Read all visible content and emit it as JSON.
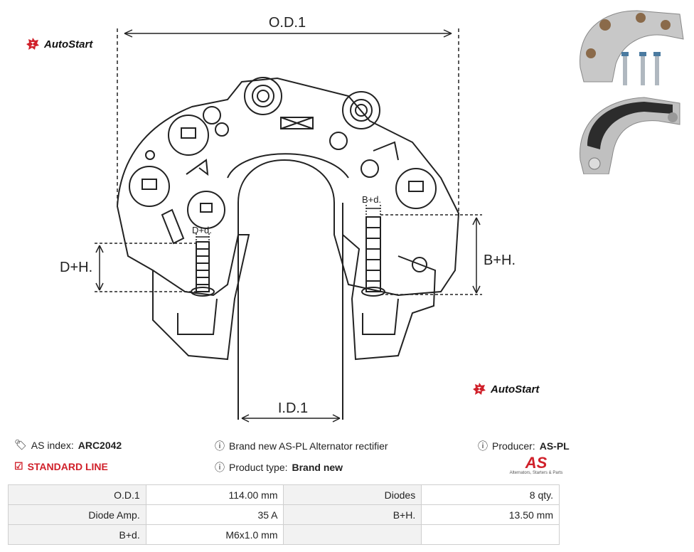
{
  "brand": "AutoStart",
  "drawing_labels": {
    "od": "O.D.1",
    "id": "I.D.1",
    "dh": "D+H.",
    "bh": "B+H.",
    "dd": "D+d.",
    "bd": "B+d."
  },
  "info": {
    "as_index_label": "AS index:",
    "as_index_value": "ARC2042",
    "line": "STANDARD LINE",
    "description": "Brand new AS-PL Alternator rectifier",
    "product_type_label": "Product type:",
    "product_type_value": "Brand new",
    "producer_label": "Producer:",
    "producer_value": "AS-PL",
    "as_logo_text": "AS",
    "as_logo_tagline": "Alternators, Starters & Parts"
  },
  "specs": [
    {
      "label": "O.D.1",
      "value": "114.00 mm",
      "label2": "Diodes",
      "value2": "8 qty."
    },
    {
      "label": "Diode Amp.",
      "value": "35 A",
      "label2": "B+H.",
      "value2": "13.50 mm"
    },
    {
      "label": "B+d.",
      "value": "M6x1.0 mm",
      "label2": "",
      "value2": ""
    }
  ],
  "colors": {
    "accent": "#d0202a",
    "line": "#222222",
    "table_label_bg": "#f2f2f2"
  },
  "icons": [
    "tag-icon",
    "info-icon",
    "checkbox-icon",
    "autostart-logo-icon"
  ]
}
